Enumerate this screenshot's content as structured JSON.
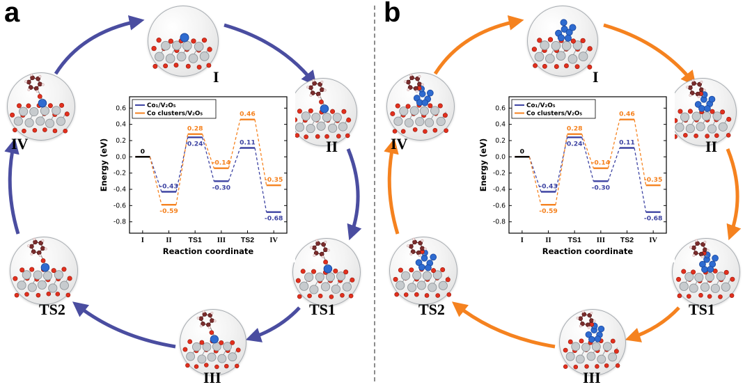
{
  "figure": {
    "panels": [
      {
        "label": "a",
        "accent": "#4a4da0",
        "co_type": "single",
        "nodes": [
          {
            "label": "I",
            "molecule": "co1-on-v2o5-slab",
            "adsorbate": false
          },
          {
            "label": "II",
            "molecule": "co1-on-v2o5-with-phenolate",
            "adsorbate": true
          },
          {
            "label": "TS1",
            "molecule": "co1-on-v2o5-transition-state-1",
            "adsorbate": true
          },
          {
            "label": "III",
            "molecule": "co1-on-v2o5-intermediate",
            "adsorbate": true
          },
          {
            "label": "TS2",
            "molecule": "co1-on-v2o5-transition-state-2",
            "adsorbate": true
          },
          {
            "label": "IV",
            "molecule": "co1-on-v2o5-product",
            "adsorbate": true
          }
        ]
      },
      {
        "label": "b",
        "accent": "#f5821f",
        "co_type": "cluster",
        "nodes": [
          {
            "label": "I",
            "molecule": "co-cluster-on-v2o5-slab",
            "adsorbate": false
          },
          {
            "label": "II",
            "molecule": "co-cluster-on-v2o5-with-phenolate",
            "adsorbate": true
          },
          {
            "label": "TS1",
            "molecule": "co-cluster-on-v2o5-transition-state-1",
            "adsorbate": true
          },
          {
            "label": "III",
            "molecule": "co-cluster-on-v2o5-intermediate",
            "adsorbate": true
          },
          {
            "label": "TS2",
            "molecule": "co-cluster-on-v2o5-transition-state-2",
            "adsorbate": true
          },
          {
            "label": "IV",
            "molecule": "co-cluster-on-v2o5-product",
            "adsorbate": true
          }
        ]
      }
    ]
  },
  "chart_data": [
    {
      "panel": "a",
      "type": "line",
      "title": "",
      "xlabel": "Reaction coordinate",
      "ylabel": "Energy (eV)",
      "categories": [
        "I",
        "II",
        "TS1",
        "III",
        "TS2",
        "IV"
      ],
      "ylim": [
        -0.8,
        0.6
      ],
      "yticks": [
        "0.6",
        "0.4",
        "0.2",
        "0.0",
        "-0.2",
        "-0.4",
        "-0.6",
        "-0.8"
      ],
      "legend_position": "top-left",
      "series": [
        {
          "name": "Co₁/V₂O₅",
          "color": "#3d43a2",
          "values": [
            0,
            -0.43,
            0.24,
            -0.3,
            0.11,
            -0.68
          ],
          "point_labels": [
            {
              "text": "0",
              "side": "above",
              "color": "#000000"
            },
            {
              "text": "-0.43",
              "side": "above"
            },
            {
              "text": "0.24",
              "side": "below"
            },
            {
              "text": "-0.30",
              "side": "below"
            },
            {
              "text": "0.11",
              "side": "above"
            },
            {
              "text": "-0.68",
              "side": "below"
            }
          ]
        },
        {
          "name": "Co clusters/V₂O₅",
          "color": "#f5821f",
          "values": [
            0,
            -0.59,
            0.28,
            -0.14,
            0.46,
            -0.35
          ],
          "point_labels": [
            {
              "text": "",
              "side": "above"
            },
            {
              "text": "-0.59",
              "side": "below"
            },
            {
              "text": "0.28",
              "side": "above"
            },
            {
              "text": "-0.14",
              "side": "above"
            },
            {
              "text": "0.46",
              "side": "above"
            },
            {
              "text": "-0.35",
              "side": "above"
            }
          ]
        }
      ]
    },
    {
      "panel": "b",
      "type": "line",
      "title": "",
      "xlabel": "Reaction coordinate",
      "ylabel": "Energy (eV)",
      "categories": [
        "I",
        "II",
        "TS1",
        "III",
        "TS2",
        "IV"
      ],
      "ylim": [
        -0.8,
        0.6
      ],
      "yticks": [
        "0.6",
        "0.4",
        "0.2",
        "0.0",
        "-0.2",
        "-0.4",
        "-0.6",
        "-0.8"
      ],
      "legend_position": "top-left",
      "series": [
        {
          "name": "Co₁/V₂O₅",
          "color": "#3d43a2",
          "values": [
            0,
            -0.43,
            0.24,
            -0.3,
            0.11,
            -0.68
          ],
          "point_labels": [
            {
              "text": "0",
              "side": "above",
              "color": "#000000"
            },
            {
              "text": "-0.43",
              "side": "above"
            },
            {
              "text": "0.24",
              "side": "below"
            },
            {
              "text": "-0.30",
              "side": "below"
            },
            {
              "text": "0.11",
              "side": "above"
            },
            {
              "text": "-0.68",
              "side": "below"
            }
          ]
        },
        {
          "name": "Co clusters/V₂O₅",
          "color": "#f5821f",
          "values": [
            0,
            -0.59,
            0.28,
            -0.14,
            0.46,
            -0.35
          ],
          "point_labels": [
            {
              "text": "",
              "side": "above"
            },
            {
              "text": "-0.59",
              "side": "below"
            },
            {
              "text": "0.28",
              "side": "above"
            },
            {
              "text": "-0.14",
              "side": "above"
            },
            {
              "text": "0.46",
              "side": "above"
            },
            {
              "text": "-0.35",
              "side": "above"
            }
          ]
        }
      ]
    }
  ]
}
